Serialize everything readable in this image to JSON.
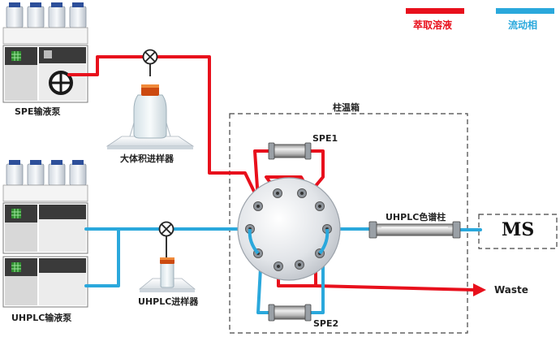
{
  "legend": {
    "extraction": {
      "label": "萃取溶液",
      "color": "#e8101c"
    },
    "mobile": {
      "label": "流动相",
      "color": "#2aa8dc"
    }
  },
  "labels": {
    "spe_pump": "SPE输液泵",
    "uhplc_pump": "UHPLC输液泵",
    "large_injector": "大体积进样器",
    "uhplc_injector": "UHPLC进样器",
    "oven": "柱温箱",
    "spe1": "SPE1",
    "spe2": "SPE2",
    "column": "UHPLC色谱柱",
    "ms": "MS",
    "waste": "Waste"
  }
}
